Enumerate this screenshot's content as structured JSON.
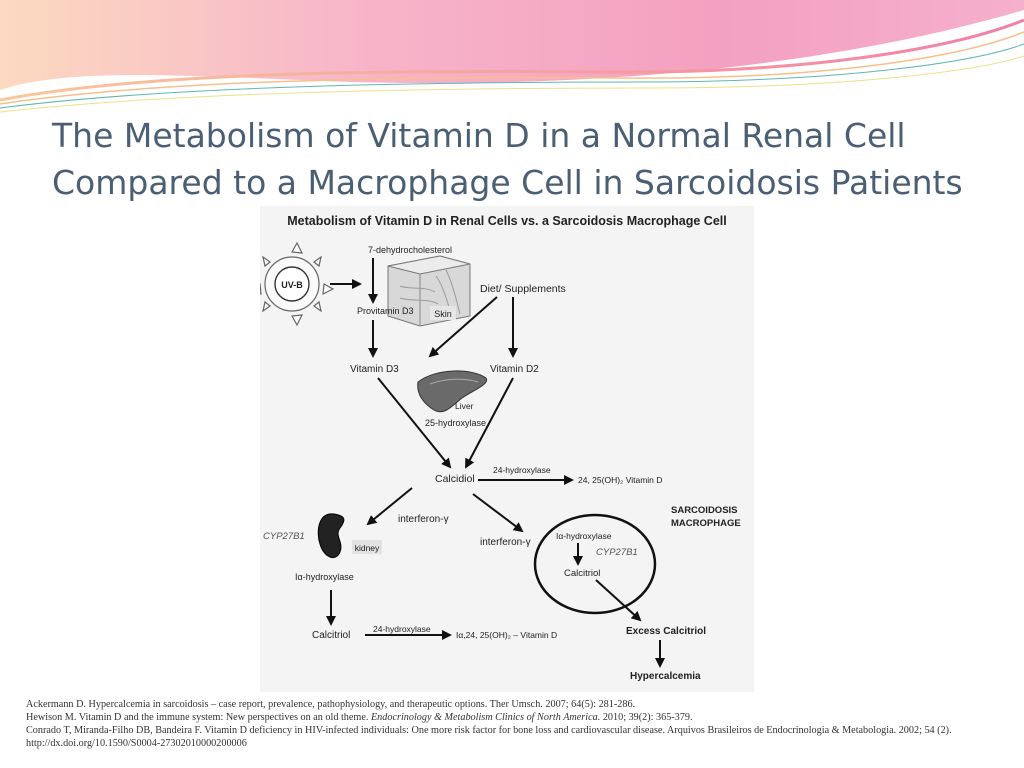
{
  "slide": {
    "title_line1": "The Metabolism of Vitamin D in a Normal Renal Cell",
    "title_line2": "Compared to a Macrophage Cell in Sarcoidosis Patients"
  },
  "diagram": {
    "title": "Metabolism of Vitamin D in Renal Cells vs. a Sarcoidosis Macrophage Cell",
    "uvb": "UV-B",
    "dehydro": "7-dehydrocholesterol",
    "provitamin": "Provitamin D3",
    "skin": "Skin",
    "diet": "Diet/ Supplements",
    "vitd3": "Vitamin D3",
    "vitd2": "Vitamin D2",
    "liver": "Liver",
    "hydrox25": "25-hydroxylase",
    "calcidiol": "Calcidiol",
    "hydrox24_top": "24-hydroxylase",
    "product_top": "24, 25(OH)₂ Vitamin D",
    "interferon_left": "interferon-γ",
    "interferon_right": "interferon-γ",
    "cyp_left": "CYP27B1",
    "kidney": "kidney",
    "alpha_left": "Iα-hydroxylase",
    "calcitriol_left": "Calcitriol",
    "hydrox24_bottom": "24-hydroxylase",
    "product_bottom": "Iα,24, 25(OH)₂ – Vitamin D",
    "sarc_line1": "SARCOIDOSIS",
    "sarc_line2": "MACROPHAGE",
    "alpha_right": "Iα-hydroxylase",
    "cyp_right": "CYP27B1",
    "calcitriol_right": "Calcitriol",
    "excess": "Excess Calcitriol",
    "hyper": "Hypercalcemia"
  },
  "references": {
    "ref1": "Ackermann D. Hypercalcemia in sarcoidosis – case report, prevalence, pathophysiology, and therapeutic options. Ther Umsch. 2007; 64(5): 281-286.",
    "ref2_pre": "Hewison M. Vitamin D and the immune system: New perspectives on an old theme. ",
    "ref2_journal": "Endocrinology & Metabolism Clinics of North America.",
    "ref2_post": "  2010; 39(2): 365-379.",
    "ref3": "Conrado T, Miranda-Filho DB, Bandeira F. Vitamin D deficiency in HIV-infected individuals: One more risk factor for bone loss and cardiovascular disease. Arquivos Brasileiros de Endocrinologia & Metabologia. 2002; 54 (2). http://dx.doi.org/10.1590/S0004-27302010000200006"
  },
  "colors": {
    "title": "#4a5f73",
    "swoosh_pink": "#f07aa0",
    "swoosh_orange": "#f7b77a",
    "swoosh_teal": "#5fb8b0"
  }
}
